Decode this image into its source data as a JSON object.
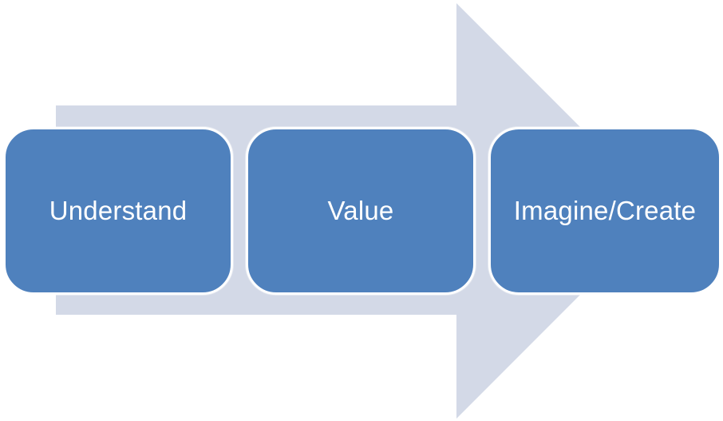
{
  "diagram": {
    "steps": [
      {
        "label": "Understand"
      },
      {
        "label": "Value"
      },
      {
        "label": "Imagine/Create"
      }
    ]
  },
  "colors": {
    "arrow_fill": "#d3d9e7",
    "box_fill": "#4f81bd",
    "box_border": "#ffffff",
    "text": "#ffffff"
  }
}
